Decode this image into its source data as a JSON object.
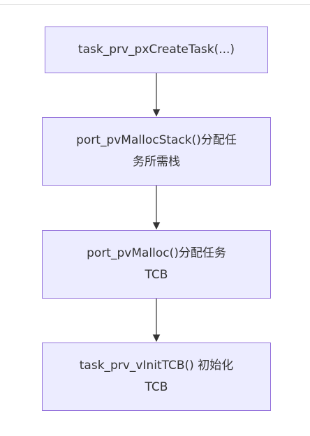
{
  "diagram": {
    "type": "flowchart",
    "direction": "top-down",
    "colors": {
      "node_fill": "#ECECFF",
      "node_border": "#9370DB",
      "text": "#333333",
      "edge": "#333333"
    },
    "nodes": [
      {
        "id": "n1",
        "lines": [
          "task_prv_pxCreateTask(...)"
        ]
      },
      {
        "id": "n2",
        "lines": [
          "port_pvMallocStack()分配任",
          "务所需栈"
        ]
      },
      {
        "id": "n3",
        "lines": [
          "port_pvMalloc()分配任务",
          "TCB"
        ]
      },
      {
        "id": "n4",
        "lines": [
          "task_prv_vInitTCB() 初始化",
          "TCB"
        ]
      }
    ],
    "edges": [
      {
        "from": "n1",
        "to": "n2"
      },
      {
        "from": "n2",
        "to": "n3"
      },
      {
        "from": "n3",
        "to": "n4"
      }
    ]
  }
}
